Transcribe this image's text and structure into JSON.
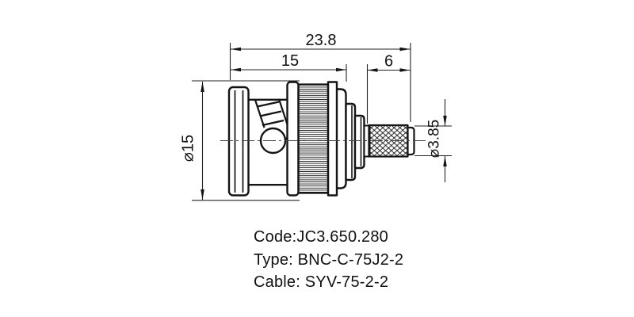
{
  "drawing": {
    "title": "BNC crimp connector dimensional drawing",
    "dimensions": {
      "total_length": "23.8",
      "body_length": "15",
      "crimp_length": "6",
      "nut_diameter": "⌀15",
      "ferrule_diameter": "⌀3.85"
    },
    "part_info": {
      "lines": [
        "Code:JC3.650.280",
        "Type: BNC-C-75J2-2",
        "Cable: SYV-75-2-2"
      ]
    },
    "colors": {
      "ink": "#141414",
      "thin_line": "#222222",
      "centerline": "#444444",
      "background": "#ffffff"
    }
  }
}
